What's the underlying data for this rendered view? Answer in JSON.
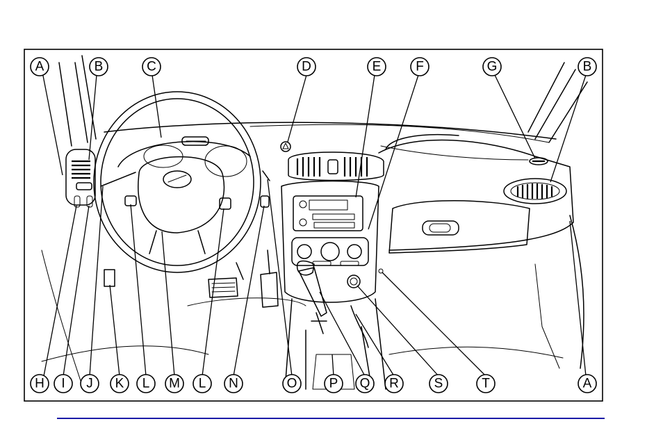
{
  "colors": {
    "frame": "#000000",
    "rule": "#1a1aa6",
    "background": "#ffffff"
  },
  "callouts": {
    "top": [
      "A",
      "B",
      "C",
      "D",
      "E",
      "F",
      "G",
      "B"
    ],
    "bottom": [
      "H",
      "I",
      "J",
      "K",
      "L",
      "M",
      "L",
      "N",
      "O",
      "P",
      "Q",
      "R",
      "S",
      "T",
      "A"
    ]
  }
}
